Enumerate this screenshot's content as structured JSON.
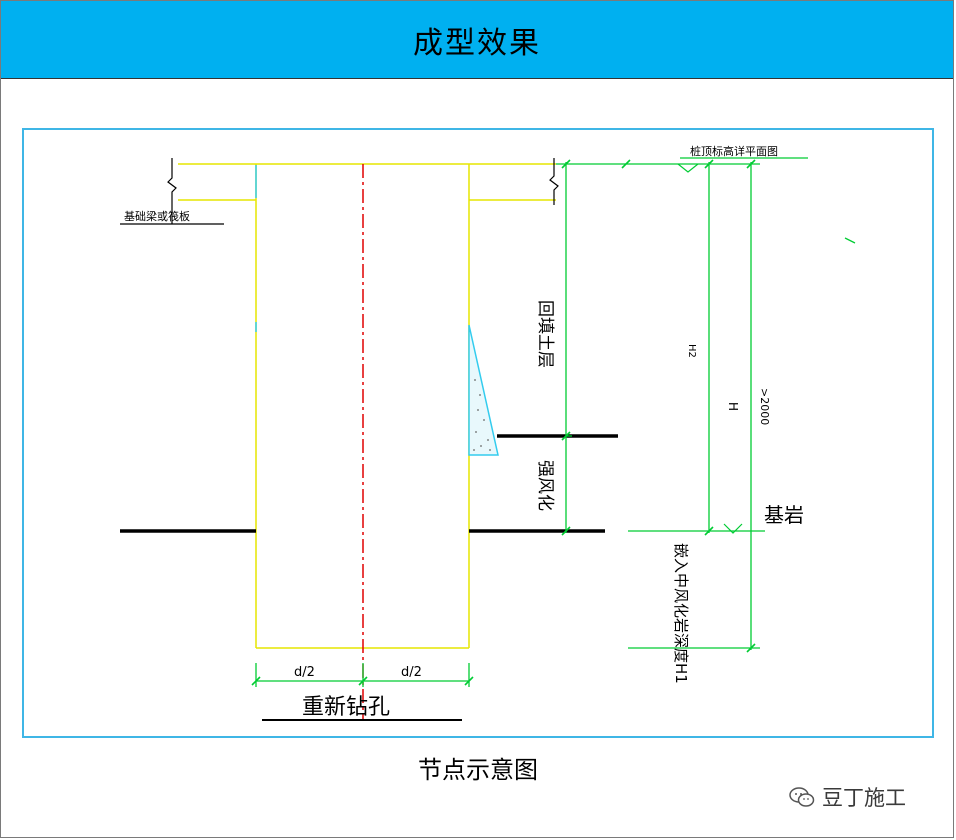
{
  "header": {
    "title": "成型效果"
  },
  "diagram": {
    "label_top_right": "桩顶标高详平面图",
    "label_top_left": "基础梁或筏板",
    "label_soil": "回填土层",
    "label_weathered": "强风化",
    "label_h2": "H2",
    "label_h": "H",
    "label_2000": ">2000",
    "label_bedrock": "基岩",
    "label_embed": "嵌入中风化岩深度H1",
    "label_d_left": "d/2",
    "label_d_right": "d/2",
    "label_redrill": "重新钻孔"
  },
  "caption": "节点示意图",
  "watermark": {
    "text": "豆丁施工",
    "icon": "wechat-icon"
  },
  "colors": {
    "header": "#00b0f0",
    "pile": "#e6e600",
    "dim": "#00cc33",
    "center": "#e00000",
    "border": "#3fb6e6",
    "soil": "#33ccee"
  }
}
